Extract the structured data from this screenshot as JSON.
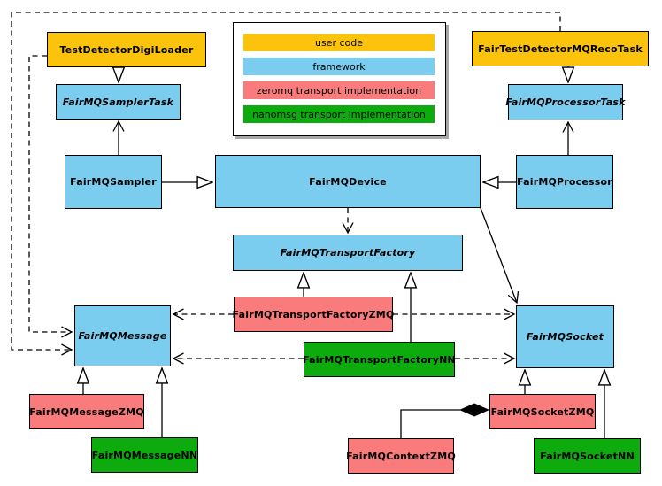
{
  "colors": {
    "user_code": "#FBC30B",
    "framework": "#7BCDF0",
    "zeromq": "#F97B7B",
    "nanomsg": "#0DAB0D",
    "line": "#000000"
  },
  "legend": {
    "items": [
      {
        "label": "user code",
        "color": "#FBC30B"
      },
      {
        "label": "framework",
        "color": "#7BCDF0"
      },
      {
        "label": "zeromq transport implementation",
        "color": "#F97B7B"
      },
      {
        "label": "nanomsg transport implementation",
        "color": "#0DAB0D"
      }
    ]
  },
  "nodes": {
    "test_detector_digi_loader": {
      "label": "TestDetectorDigiLoader"
    },
    "fair_test_detector_mq_reco_task": {
      "label": "FairTestDetectorMQRecoTask"
    },
    "fairmq_sampler_task": {
      "label": "FairMQSamplerTask"
    },
    "fairmq_processor_task": {
      "label": "FairMQProcessorTask"
    },
    "fairmq_sampler": {
      "label": "FairMQSampler"
    },
    "fairmq_device": {
      "label": "FairMQDevice"
    },
    "fairmq_processor": {
      "label": "FairMQProcessor"
    },
    "fairmq_transport_factory": {
      "label": "FairMQTransportFactory"
    },
    "fairmq_transport_factory_zmq": {
      "label": "FairMQTransportFactoryZMQ"
    },
    "fairmq_transport_factory_nn": {
      "label": "FairMQTransportFactoryNN"
    },
    "fairmq_message": {
      "label": "FairMQMessage"
    },
    "fairmq_socket": {
      "label": "FairMQSocket"
    },
    "fairmq_message_zmq": {
      "label": "FairMQMessageZMQ"
    },
    "fairmq_message_nn": {
      "label": "FairMQMessageNN"
    },
    "fairmq_socket_zmq": {
      "label": "FairMQSocketZMQ"
    },
    "fairmq_socket_nn": {
      "label": "FairMQSocketNN"
    },
    "fairmq_context_zmq": {
      "label": "FairMQContextZMQ"
    }
  }
}
